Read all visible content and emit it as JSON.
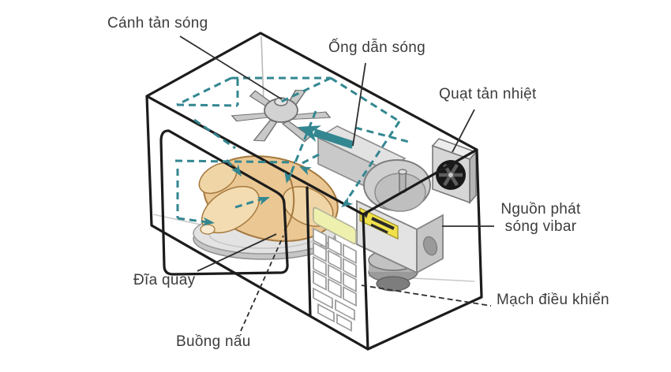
{
  "diagram": {
    "type": "microwave-oven-cutaway",
    "background": "#ffffff",
    "colors": {
      "outline": "#1c1c1c",
      "microwave_rays": "#338791",
      "chicken": "#eac793",
      "chicken_highlight": "#f3dcb2",
      "turntable": "#e3e3e3",
      "metal_light": "#e2e2e2",
      "metal_mid": "#c9c9c9",
      "metal_dark": "#9a9a9a",
      "fan_blades": "#181818",
      "warning_label": "#f0e04a",
      "control_display": "#eef0ae",
      "label_text": "#3c3c3c"
    },
    "labels": [
      {
        "id": "stirrer-blade",
        "text": "Cánh tản sóng"
      },
      {
        "id": "waveguide",
        "text": "Ống dẫn sóng"
      },
      {
        "id": "cooling-fan",
        "text": "Quạt tản nhiệt"
      },
      {
        "id": "magnetron",
        "text": "Nguồn phát",
        "text2": "sóng vibar"
      },
      {
        "id": "control-board",
        "text": "Mạch điều khiển"
      },
      {
        "id": "turntable",
        "text": "Đĩa quay"
      },
      {
        "id": "cooking-chamber",
        "text": "Buồng nấu"
      }
    ]
  }
}
